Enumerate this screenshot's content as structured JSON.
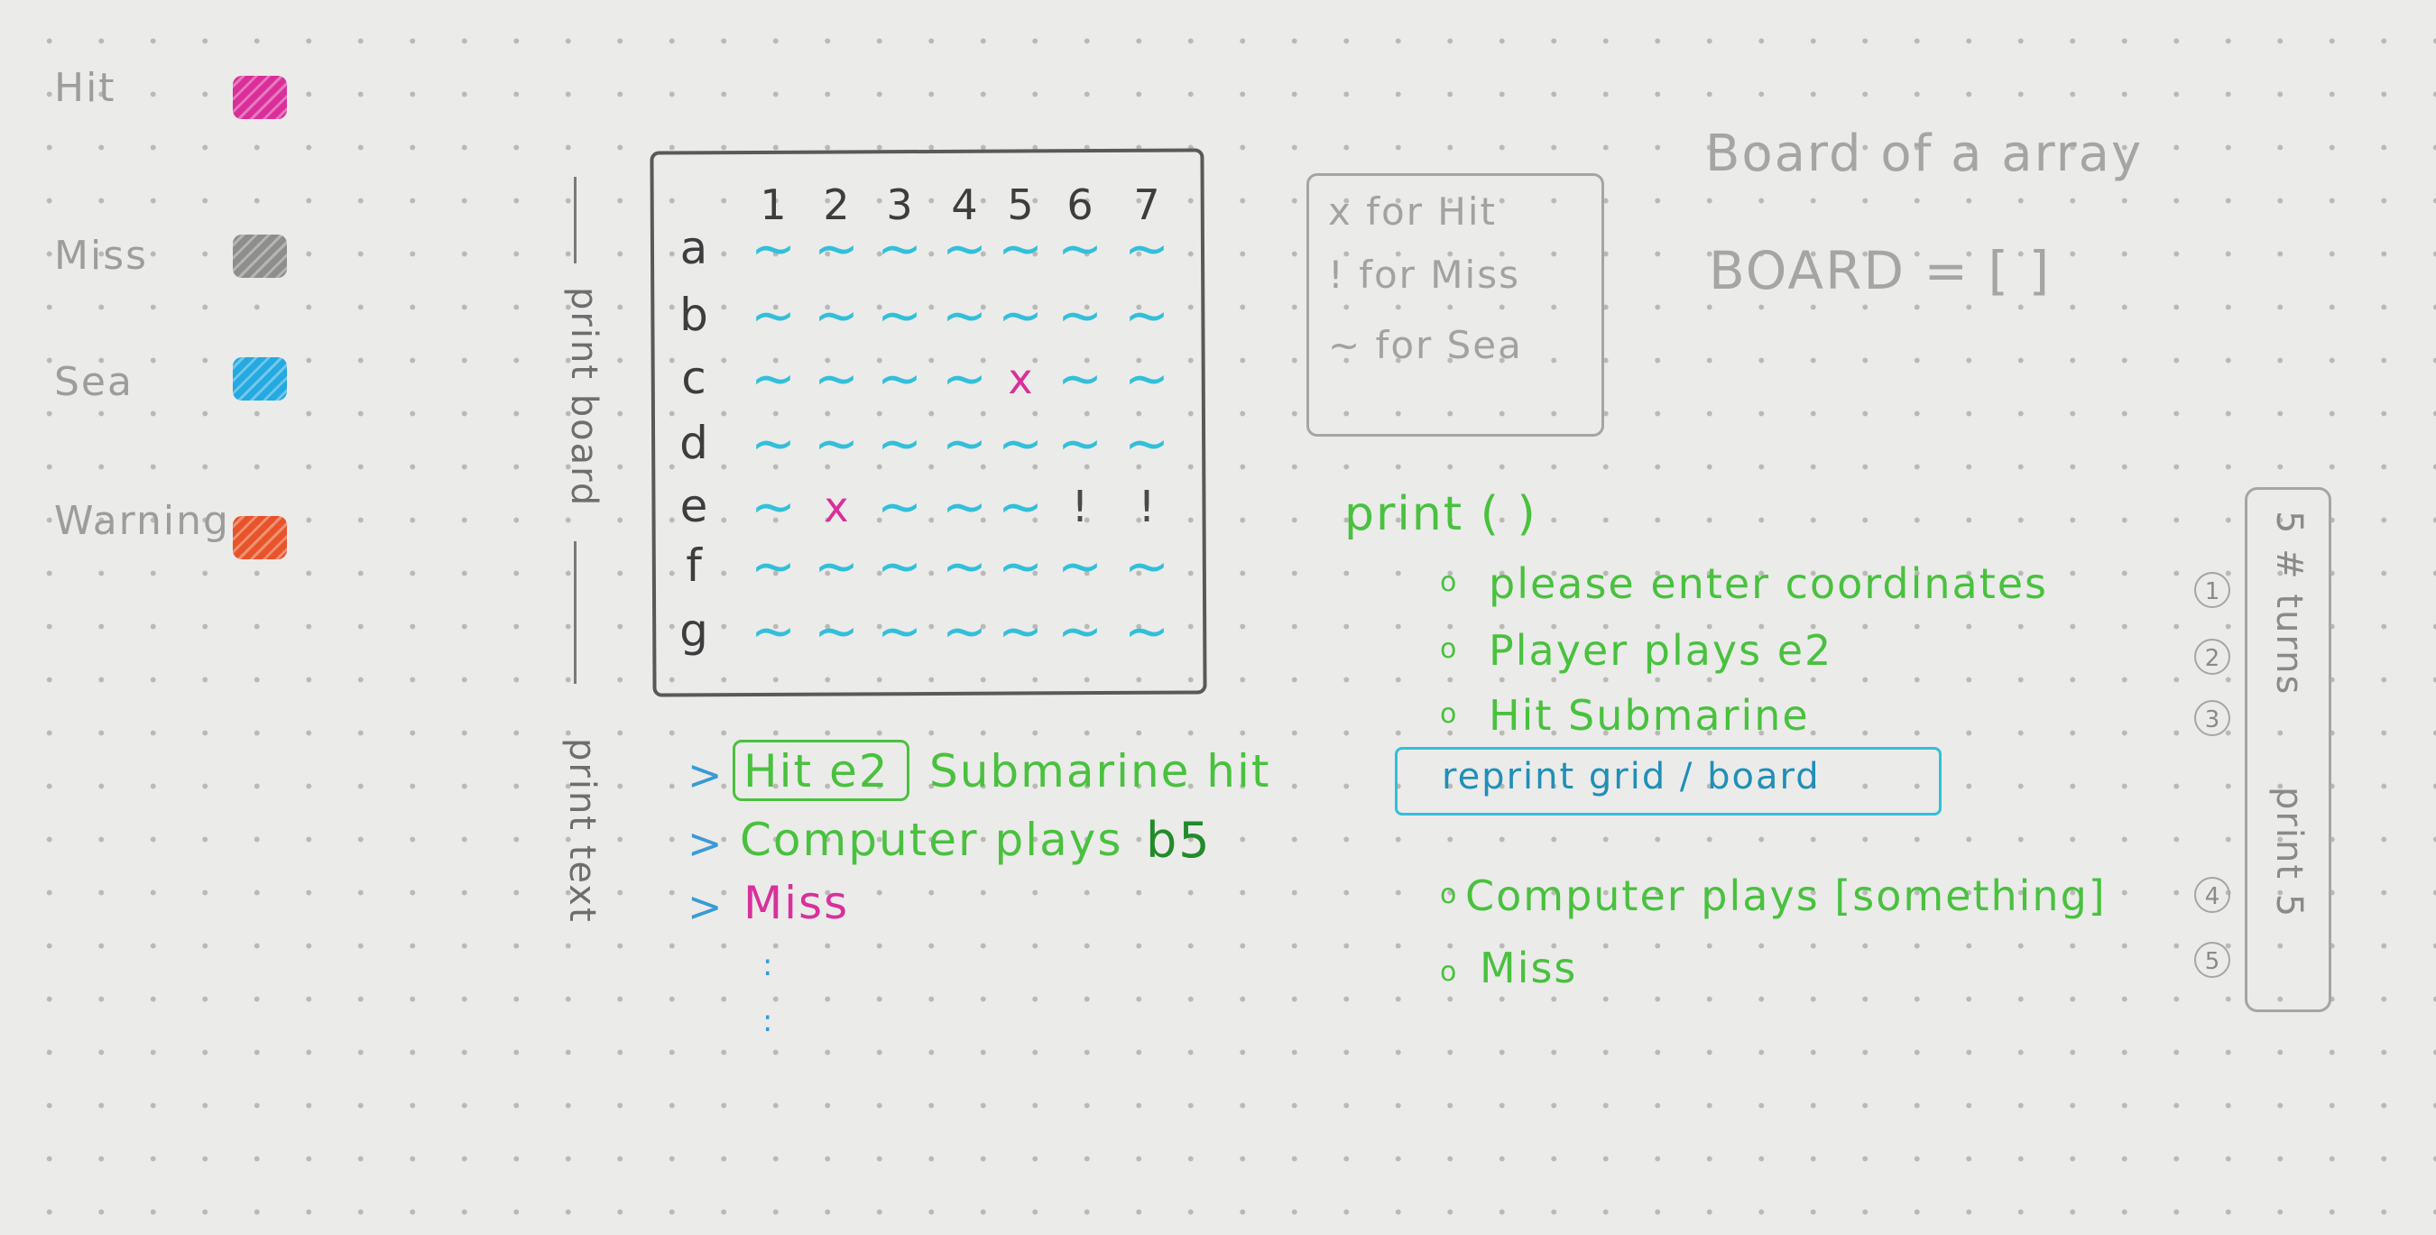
{
  "legend": {
    "items": [
      {
        "label": "Hit",
        "color": "#da2f9a"
      },
      {
        "label": "Miss",
        "color": "#8e8e8c"
      },
      {
        "label": "Sea",
        "color": "#24a9e0"
      },
      {
        "label": "Warning",
        "color": "#e8542a"
      }
    ]
  },
  "board": {
    "columns": [
      "1",
      "2",
      "3",
      "4",
      "5",
      "6",
      "7"
    ],
    "rows": [
      "a",
      "b",
      "c",
      "d",
      "e",
      "f",
      "g"
    ],
    "grid": [
      [
        "~",
        "~",
        "~",
        "~",
        "~",
        "~",
        "~"
      ],
      [
        "~",
        "~",
        "~",
        "~",
        "~",
        "~",
        "~"
      ],
      [
        "~",
        "~",
        "~",
        "~",
        "x",
        "~",
        "~"
      ],
      [
        "~",
        "~",
        "~",
        "~",
        "~",
        "~",
        "~"
      ],
      [
        "~",
        "x",
        "~",
        "~",
        "~",
        "!",
        "!"
      ],
      [
        "~",
        "~",
        "~",
        "~",
        "~",
        "~",
        "~"
      ],
      [
        "~",
        "~",
        "~",
        "~",
        "~",
        "~",
        "~"
      ]
    ],
    "side_label": "print board"
  },
  "text_side_label": "print text",
  "key": {
    "lines": [
      "x for Hit",
      "! for Miss",
      "~ for Sea"
    ]
  },
  "notes": {
    "board_title": "Board of a array",
    "board_code": "BOARD = [ ]"
  },
  "log": {
    "prompt": ">",
    "line1_boxed": "Hit e2",
    "line1_rest": "Submarine hit",
    "line2_main": "Computer plays",
    "line2_coord": "b5",
    "line3": "Miss",
    "ellipsis": ":"
  },
  "print_flow": {
    "heading": "print ( )",
    "bullet": "o",
    "items_before": [
      "please enter coordinates",
      "Player plays e2",
      "Hit Submarine"
    ],
    "reprint": "reprint grid / board",
    "items_after": [
      "Computer plays [something]",
      "Miss"
    ]
  },
  "steps": {
    "numbers": [
      "1",
      "2",
      "3",
      "4",
      "5"
    ],
    "top_label": "5 # turns",
    "bottom_label": "print 5"
  }
}
